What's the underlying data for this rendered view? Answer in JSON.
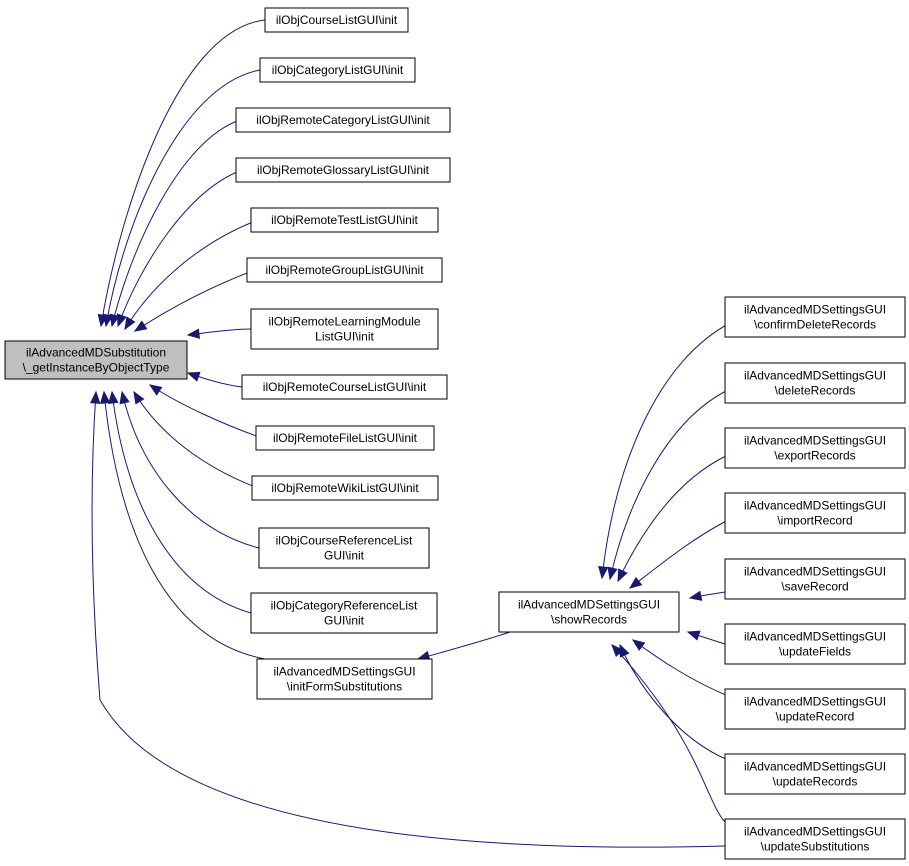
{
  "diagram": {
    "type": "call-graph",
    "edge_color": "#191970",
    "root_fill": "#bfbfbf",
    "nodes": [
      {
        "id": "root",
        "lines": [
          "ilAdvancedMDSubstitution",
          "\\_getInstanceByObjectType"
        ]
      },
      {
        "id": "n1",
        "lines": [
          "ilObjCourseListGUI\\init"
        ]
      },
      {
        "id": "n2",
        "lines": [
          "ilObjCategoryListGUI\\init"
        ]
      },
      {
        "id": "n3",
        "lines": [
          "ilObjRemoteCategoryListGUI\\init"
        ]
      },
      {
        "id": "n4",
        "lines": [
          "ilObjRemoteGlossaryListGUI\\init"
        ]
      },
      {
        "id": "n5",
        "lines": [
          "ilObjRemoteTestListGUI\\init"
        ]
      },
      {
        "id": "n6",
        "lines": [
          "ilObjRemoteGroupListGUI\\init"
        ]
      },
      {
        "id": "n7",
        "lines": [
          "ilObjRemoteLearningModule",
          "ListGUI\\init"
        ]
      },
      {
        "id": "n8",
        "lines": [
          "ilObjRemoteCourseListGUI\\init"
        ]
      },
      {
        "id": "n9",
        "lines": [
          "ilObjRemoteFileListGUI\\init"
        ]
      },
      {
        "id": "n10",
        "lines": [
          "ilObjRemoteWikiListGUI\\init"
        ]
      },
      {
        "id": "n11",
        "lines": [
          "ilObjCourseReferenceList",
          "GUI\\init"
        ]
      },
      {
        "id": "n12",
        "lines": [
          "ilObjCategoryReferenceList",
          "GUI\\init"
        ]
      },
      {
        "id": "n13",
        "lines": [
          "ilAdvancedMDSettingsGUI",
          "\\initFormSubstitutions"
        ]
      },
      {
        "id": "show",
        "lines": [
          "ilAdvancedMDSettingsGUI",
          "\\showRecords"
        ]
      },
      {
        "id": "r1",
        "lines": [
          "ilAdvancedMDSettingsGUI",
          "\\confirmDeleteRecords"
        ]
      },
      {
        "id": "r2",
        "lines": [
          "ilAdvancedMDSettingsGUI",
          "\\deleteRecords"
        ]
      },
      {
        "id": "r3",
        "lines": [
          "ilAdvancedMDSettingsGUI",
          "\\exportRecords"
        ]
      },
      {
        "id": "r4",
        "lines": [
          "ilAdvancedMDSettingsGUI",
          "\\importRecord"
        ]
      },
      {
        "id": "r5",
        "lines": [
          "ilAdvancedMDSettingsGUI",
          "\\saveRecord"
        ]
      },
      {
        "id": "r6",
        "lines": [
          "ilAdvancedMDSettingsGUI",
          "\\updateFields"
        ]
      },
      {
        "id": "r7",
        "lines": [
          "ilAdvancedMDSettingsGUI",
          "\\updateRecord"
        ]
      },
      {
        "id": "r8",
        "lines": [
          "ilAdvancedMDSettingsGUI",
          "\\updateRecords"
        ]
      },
      {
        "id": "r9",
        "lines": [
          "ilAdvancedMDSettingsGUI",
          "\\updateSubstitutions"
        ]
      }
    ],
    "edges": [
      {
        "from": "n1",
        "to": "root"
      },
      {
        "from": "n2",
        "to": "root"
      },
      {
        "from": "n3",
        "to": "root"
      },
      {
        "from": "n4",
        "to": "root"
      },
      {
        "from": "n5",
        "to": "root"
      },
      {
        "from": "n6",
        "to": "root"
      },
      {
        "from": "n7",
        "to": "root"
      },
      {
        "from": "n8",
        "to": "root"
      },
      {
        "from": "n9",
        "to": "root"
      },
      {
        "from": "n10",
        "to": "root"
      },
      {
        "from": "n11",
        "to": "root"
      },
      {
        "from": "n12",
        "to": "root"
      },
      {
        "from": "n13",
        "to": "root"
      },
      {
        "from": "r9",
        "to": "root"
      },
      {
        "from": "show",
        "to": "n13"
      },
      {
        "from": "r1",
        "to": "show"
      },
      {
        "from": "r2",
        "to": "show"
      },
      {
        "from": "r3",
        "to": "show"
      },
      {
        "from": "r4",
        "to": "show"
      },
      {
        "from": "r5",
        "to": "show"
      },
      {
        "from": "r6",
        "to": "show"
      },
      {
        "from": "r7",
        "to": "show"
      },
      {
        "from": "r8",
        "to": "show"
      },
      {
        "from": "r9",
        "to": "show"
      }
    ]
  }
}
